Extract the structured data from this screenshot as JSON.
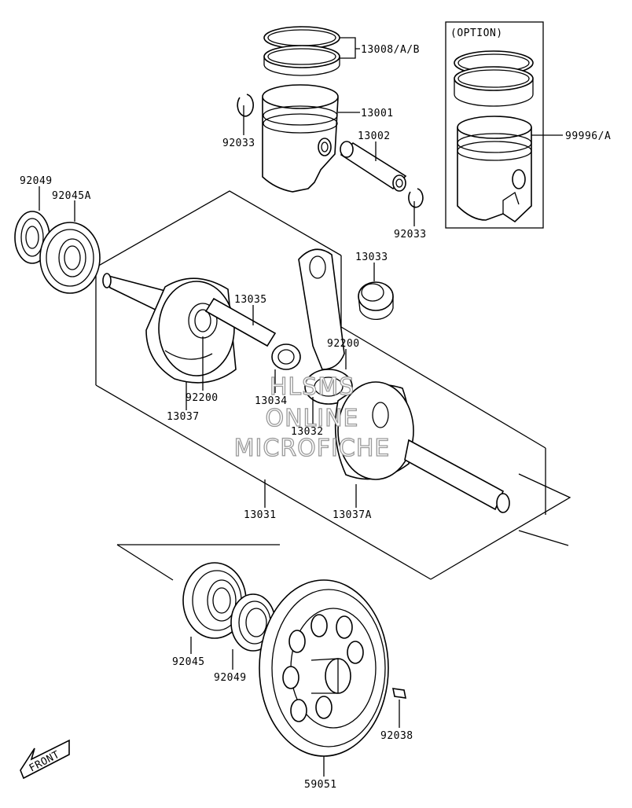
{
  "option_box": {
    "title": "(OPTION)"
  },
  "labels": {
    "p13008": "13008/A/B",
    "p13001": "13001",
    "p92033a": "92033",
    "p13002": "13002",
    "p92033b": "92033",
    "p99996": "99996/A",
    "p92049a": "92049",
    "p92045A": "92045A",
    "p13033": "13033",
    "p13035": "13035",
    "p92200a": "92200",
    "p92200b": "92200",
    "p13034": "13034",
    "p13032": "13032",
    "p13037": "13037",
    "p13031": "13031",
    "p13037A": "13037A",
    "p92045": "92045",
    "p92049b": "92049",
    "p92038": "92038",
    "p59051": "59051"
  },
  "watermark": {
    "line1": "HLSMS",
    "line2": "ONLINE",
    "line3": "MICROFICHE"
  },
  "front_arrow": {
    "label": "FRONT"
  }
}
